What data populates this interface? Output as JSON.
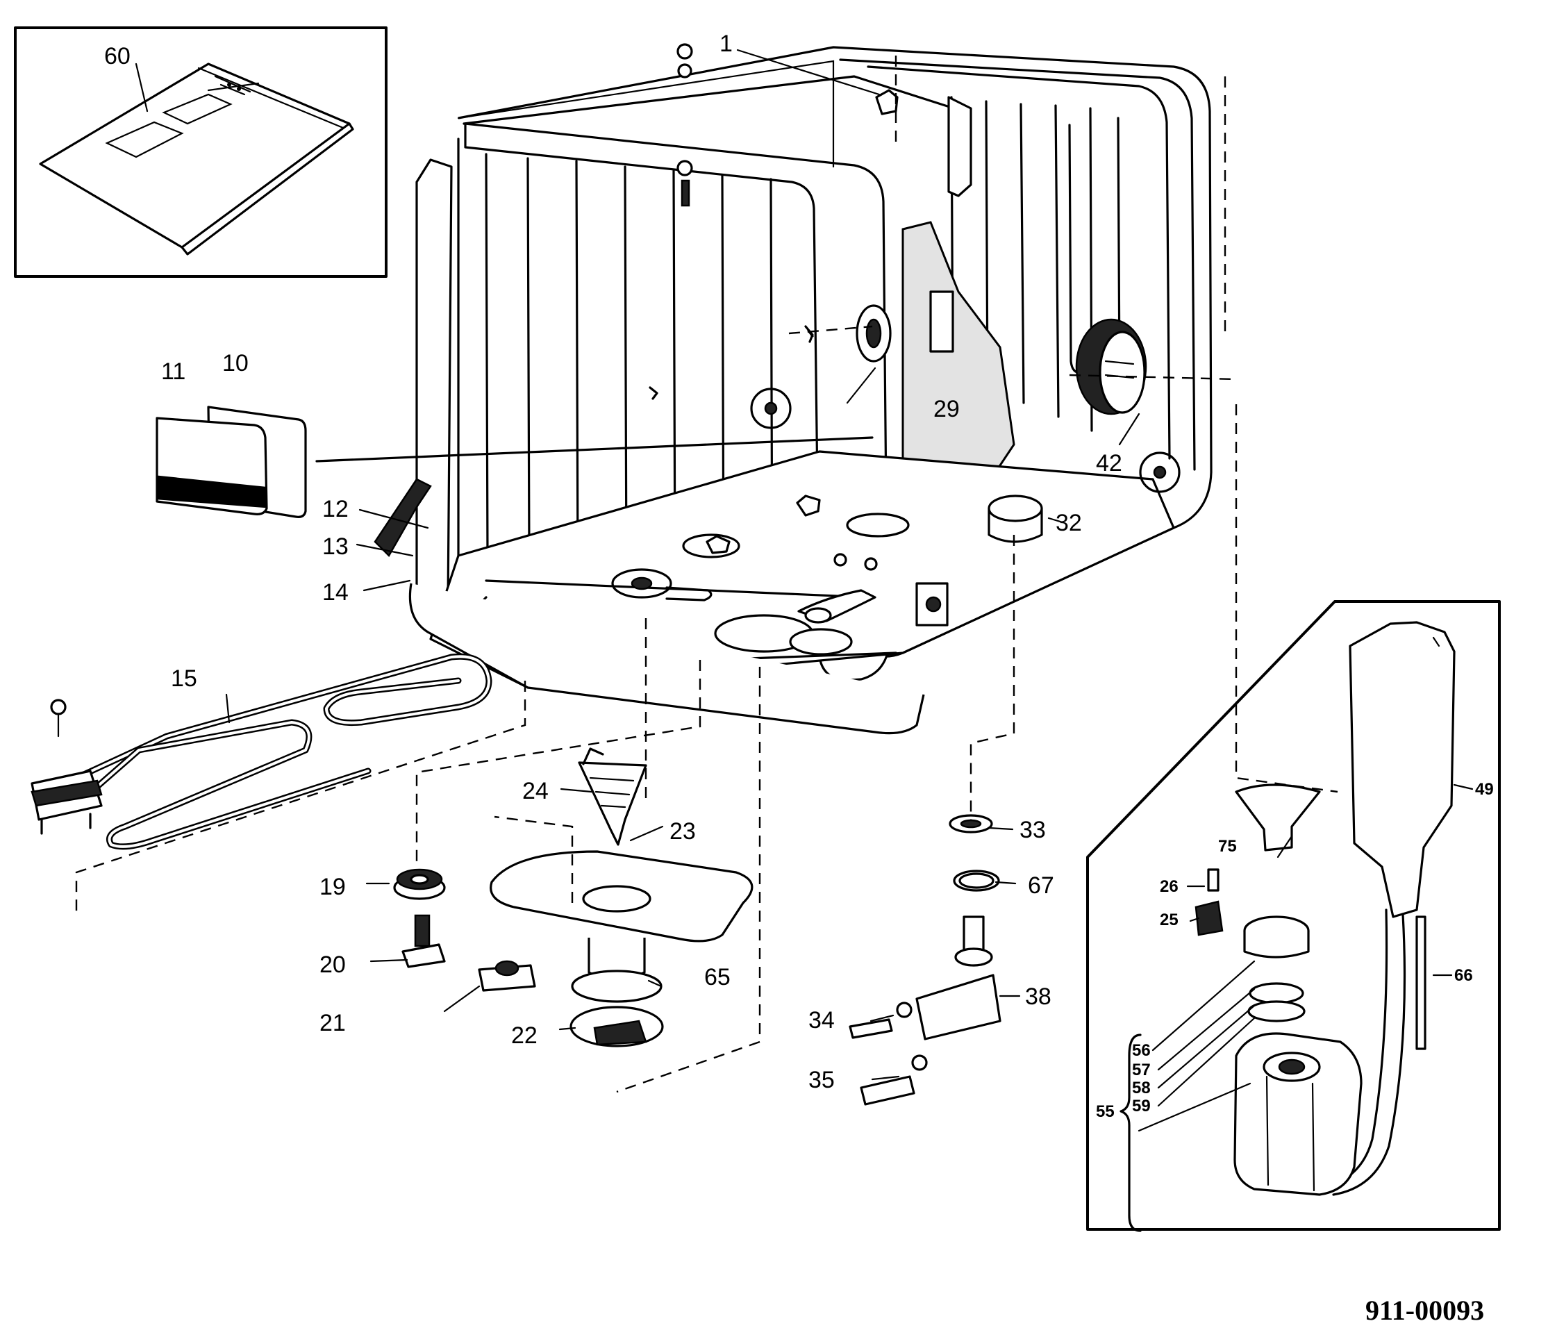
{
  "diagram": {
    "drawing_number": "911-00093",
    "callouts": [
      {
        "id": "c1",
        "text": "1"
      },
      {
        "id": "c10",
        "text": "10"
      },
      {
        "id": "c11",
        "text": "11"
      },
      {
        "id": "c12",
        "text": "12"
      },
      {
        "id": "c13",
        "text": "13"
      },
      {
        "id": "c14",
        "text": "14"
      },
      {
        "id": "c15",
        "text": "15"
      },
      {
        "id": "c19",
        "text": "19"
      },
      {
        "id": "c20",
        "text": "20"
      },
      {
        "id": "c21",
        "text": "21"
      },
      {
        "id": "c22",
        "text": "22"
      },
      {
        "id": "c23",
        "text": "23"
      },
      {
        "id": "c24",
        "text": "24"
      },
      {
        "id": "c29",
        "text": "29"
      },
      {
        "id": "c32",
        "text": "32"
      },
      {
        "id": "c33",
        "text": "33"
      },
      {
        "id": "c34",
        "text": "34"
      },
      {
        "id": "c35",
        "text": "35"
      },
      {
        "id": "c38",
        "text": "38"
      },
      {
        "id": "c42",
        "text": "42"
      },
      {
        "id": "c60",
        "text": "60"
      },
      {
        "id": "c65",
        "text": "65"
      },
      {
        "id": "c67",
        "text": "67"
      }
    ],
    "inset_callouts": [
      {
        "id": "c25",
        "text": "25"
      },
      {
        "id": "c26",
        "text": "26"
      },
      {
        "id": "c49",
        "text": "49"
      },
      {
        "id": "c55",
        "text": "55"
      },
      {
        "id": "c56",
        "text": "56"
      },
      {
        "id": "c57",
        "text": "57"
      },
      {
        "id": "c58",
        "text": "58"
      },
      {
        "id": "c59",
        "text": "59"
      },
      {
        "id": "c66",
        "text": "66"
      },
      {
        "id": "c75",
        "text": "75"
      }
    ]
  }
}
